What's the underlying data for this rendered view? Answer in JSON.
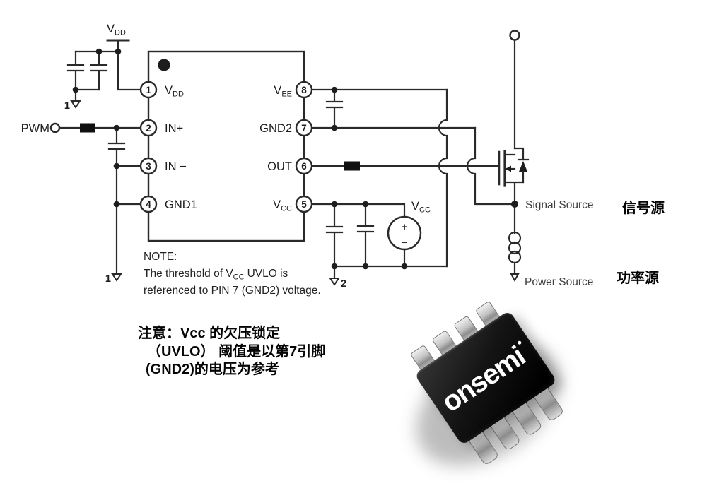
{
  "colors": {
    "line": "#2a2a2a",
    "text": "#1c1c1c",
    "muted_text": "#3e3e3e",
    "chip_body": "#141414",
    "chip_lead": "#c2c2c2",
    "logo": "#ffffff"
  },
  "supply": {
    "vdd_main": "V",
    "vdd_sub": "DD",
    "vcc_main": "V",
    "vcc_sub": "CC",
    "plus": "+",
    "minus": "−"
  },
  "input": {
    "pwm": "PWM"
  },
  "ic": {
    "pins_left": [
      {
        "num": "1",
        "label_main": "V",
        "label_sub": "DD"
      },
      {
        "num": "2",
        "label_main": "IN+",
        "label_sub": ""
      },
      {
        "num": "3",
        "label_main": "IN −",
        "label_sub": ""
      },
      {
        "num": "4",
        "label_main": "GND1",
        "label_sub": ""
      }
    ],
    "pins_right": [
      {
        "num": "8",
        "label_main": "V",
        "label_sub": "EE"
      },
      {
        "num": "7",
        "label_main": "GND2",
        "label_sub": ""
      },
      {
        "num": "6",
        "label_main": "OUT",
        "label_sub": ""
      },
      {
        "num": "5",
        "label_main": "V",
        "label_sub": "CC"
      }
    ]
  },
  "grounds": {
    "g1a": "1",
    "g1b": "1",
    "g2": "2"
  },
  "outputs": {
    "signal_source_en": "Signal Source",
    "signal_source_zh": "信号源",
    "power_source_en": "Power Source",
    "power_source_zh": "功率源"
  },
  "note_en": {
    "title": "NOTE:",
    "l1a": "The threshold of V",
    "l1sub": "CC",
    "l1b": "UVLO is",
    "l2": "referenced to PIN 7 (GND2) voltage."
  },
  "note_zh": {
    "l1": "注意：Vcc 的欠压锁定",
    "l2": "（UVLO） 阈值是以第7引脚",
    "l3": "(GND2)的电压为参考"
  },
  "chip": {
    "logo": "onsemi"
  }
}
